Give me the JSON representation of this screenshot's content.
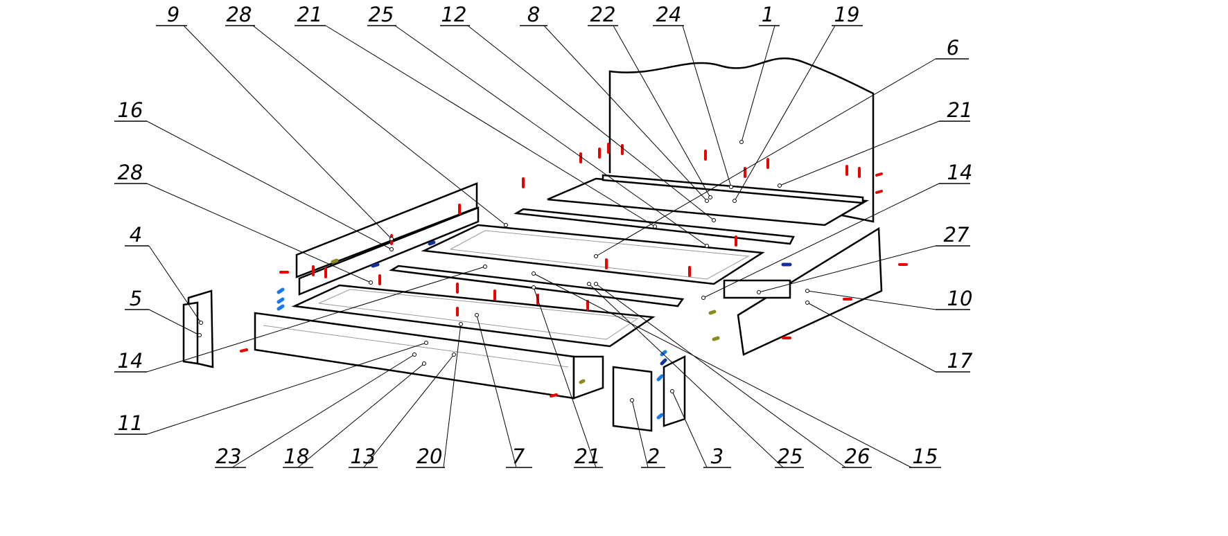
{
  "title": "Bed assembly exploded view",
  "labels": [
    "9",
    "28",
    "21",
    "25",
    "12",
    "8",
    "22",
    "24",
    "1",
    "19",
    "6",
    "21",
    "14",
    "27",
    "10",
    "17",
    "16",
    "28",
    "4",
    "5",
    "14",
    "11",
    "23",
    "18",
    "13",
    "20",
    "7",
    "21",
    "2",
    "3",
    "25",
    "26",
    "15"
  ],
  "colors": {
    "line": "#000000",
    "confirmat": "#ee0000",
    "dowel_light": "#1878e8",
    "dowel_dark": "#1030a0",
    "cam": "#8a8a20"
  }
}
